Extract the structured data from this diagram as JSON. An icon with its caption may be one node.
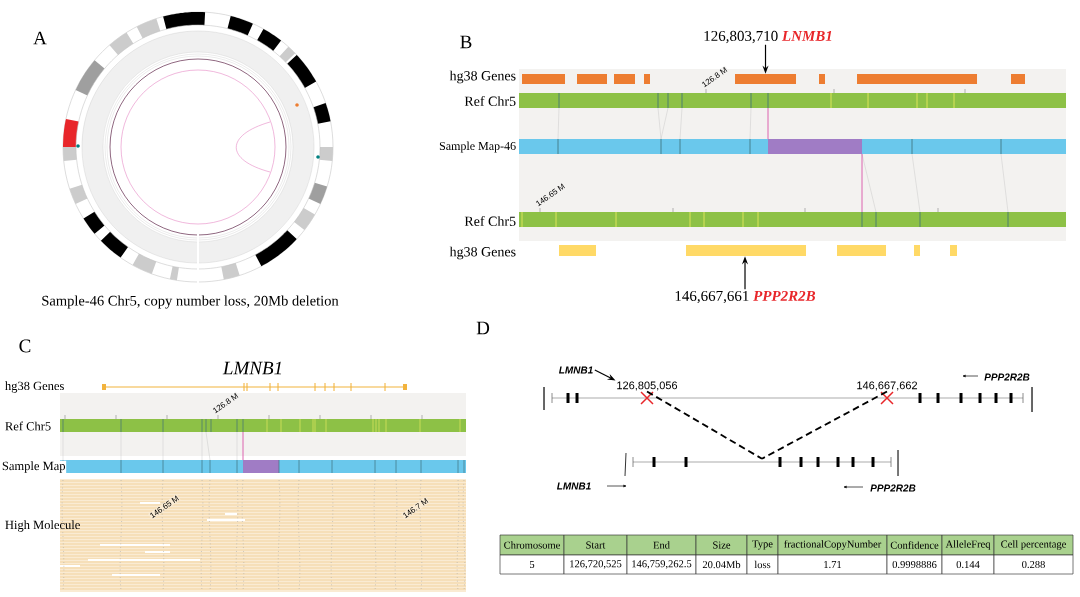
{
  "diagram": {
    "nodes": [
      {
        "text": [
          "126,803,710",
          "LNMB1"
        ]
      },
      {
        "text": [],
        "shape": "bar"
      },
      {
        "text": [
          "146,667,661",
          "PPP2R2B"
        ]
      },
      {
        "text": [],
        "shape": "bar"
      },
      {
        "text": [
          "LMNB1"
        ]
      },
      {
        "text": [
          "126,805,056"
        ]
      },
      {
        "text": [
          "146,667,662"
        ]
      },
      {
        "text": [],
        "shape": "line"
      }
    ],
    "edges": [
      {
        "from": 0,
        "to": 1,
        "arrow": "to"
      },
      {
        "from": 2,
        "to": 3,
        "arrow": "to"
      },
      {
        "from": 4,
        "to": 5,
        "arrow": "to"
      },
      {
        "from": 5,
        "to": 7,
        "arrow": "none",
        "style": "dashed"
      },
      {
        "from": 6,
        "to": 7,
        "arrow": "none",
        "style": "dashed"
      }
    ],
    "labels": [
      "A",
      "Sample-46 Chr5, copy number loss, 20Mb deletion",
      "B",
      "hg38 Genes",
      "126.8 M",
      "Ref Chr5",
      "Sample Map-46",
      "146.65 M",
      "Ref Chr5",
      "hg38 Genes",
      "C",
      "LMNB1",
      "hg38 Genes",
      "126.8 M",
      "Ref Chr5",
      "Sample Map",
      "146.65 M",
      "High Molecule",
      "146.7 M",
      "D",
      "PPP2R2B",
      "LMNB1",
      "PPP2R2B",
      "Chromosome",
      "Start",
      "End",
      "Size",
      "Type",
      "fractionalCopyNumber",
      "Confidence",
      "AlleleFreq",
      "Cell percentage",
      "5",
      "126,720,525",
      "146,759,262.5",
      "20.04Mb",
      "loss",
      "1.71",
      "0.9998886",
      "0.144",
      "0.288"
    ]
  }
}
